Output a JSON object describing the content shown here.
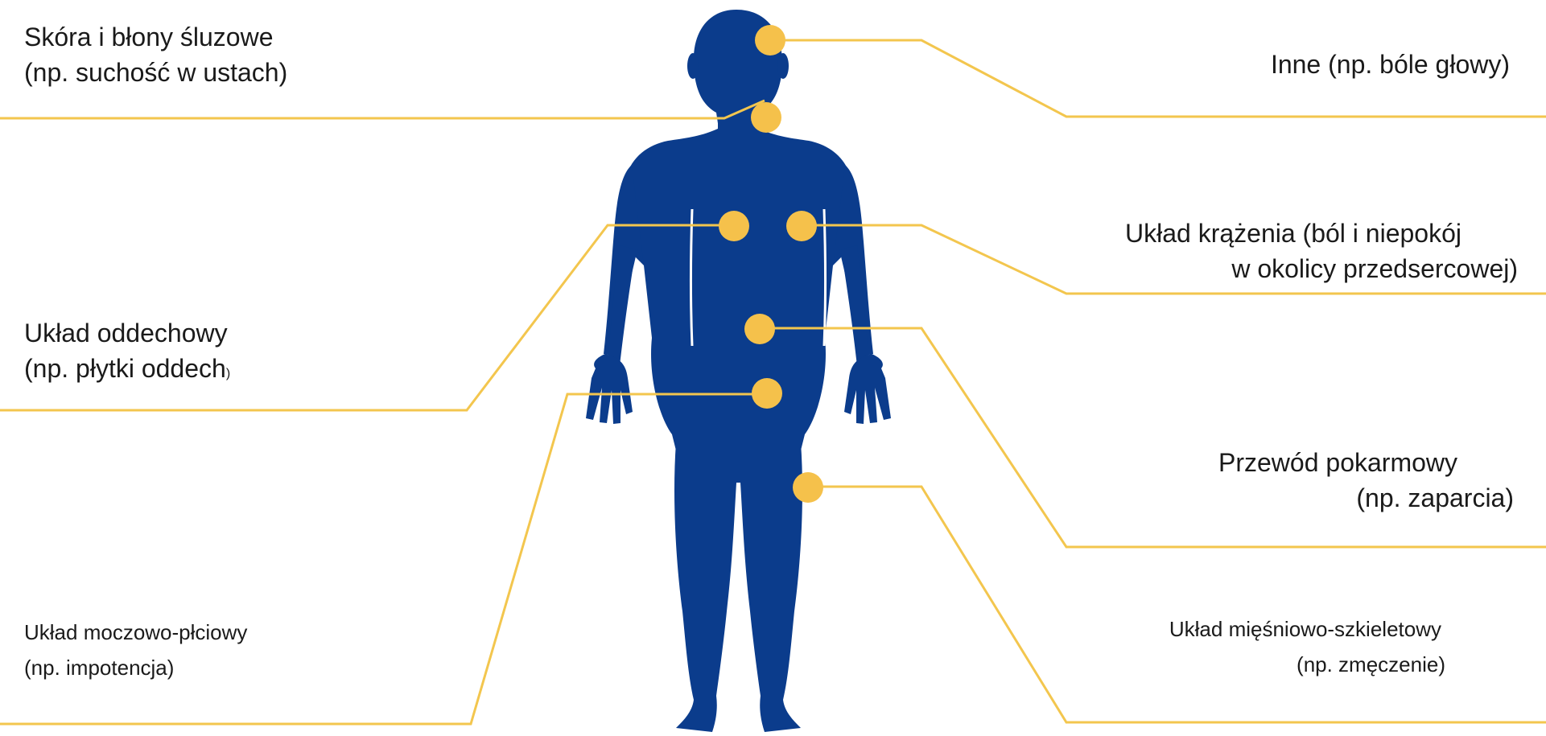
{
  "colors": {
    "body": "#0b3c8c",
    "accent": "#f5c14b",
    "line": "#f3c64e",
    "text": "#1a1a1a"
  },
  "labels": {
    "skin_1": "Skóra i błony śluzowe",
    "skin_2": "(np. suchość w ustach)",
    "other": "Inne (np. bóle głowy)",
    "circ_1": "Układ krążenia (ból i niepokój",
    "circ_2": "w okolicy przedsercowej)",
    "resp_1": "Układ oddechowy",
    "resp_2": "(np. płytki oddech",
    "resp_2_paren": ")",
    "digest_1": "Przewód pokarmowy",
    "digest_2": "(np. zaparcia)",
    "uro_1": "Układ moczowo-płciowy",
    "uro_2": "(np. impotencja)",
    "musc_1": "Układ mięśniowo-szkieletowy",
    "musc_2": "(np. zmęczenie)"
  }
}
